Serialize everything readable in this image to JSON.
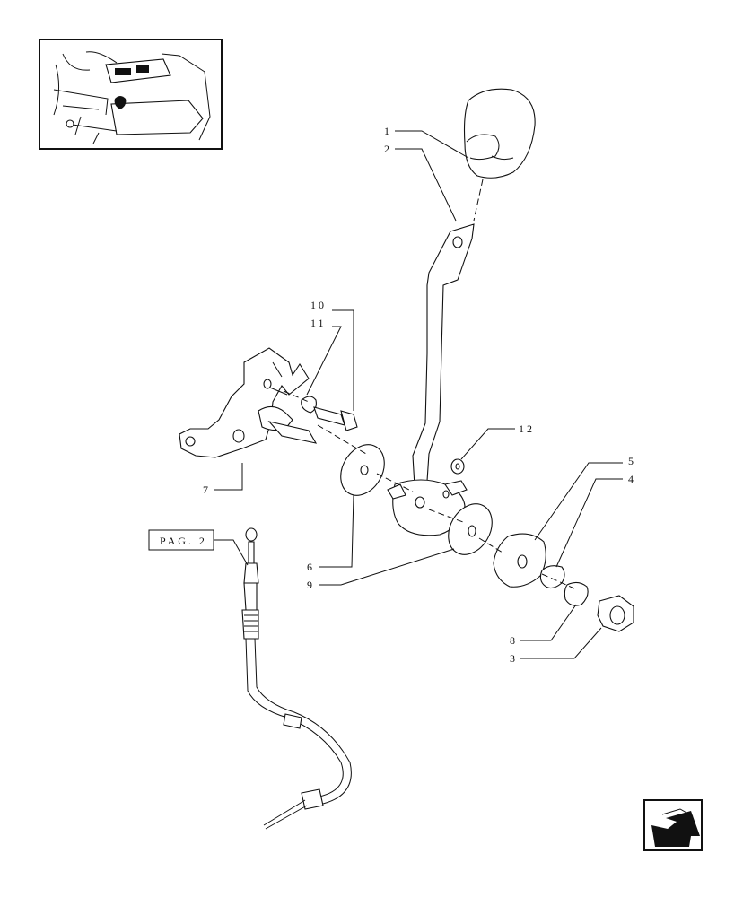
{
  "callouts": {
    "c1": "1",
    "c2": "2",
    "c3": "3",
    "c4": "4",
    "c5": "5",
    "c6": "6",
    "c7": "7",
    "c8": "8",
    "c9": "9",
    "c10": "10",
    "c11": "11",
    "c12": "12"
  },
  "page_ref": "PAG. 2",
  "icons": {
    "thumbnail": "tractor-cab-location-thumbnail",
    "nav": "return-arrow-icon"
  }
}
